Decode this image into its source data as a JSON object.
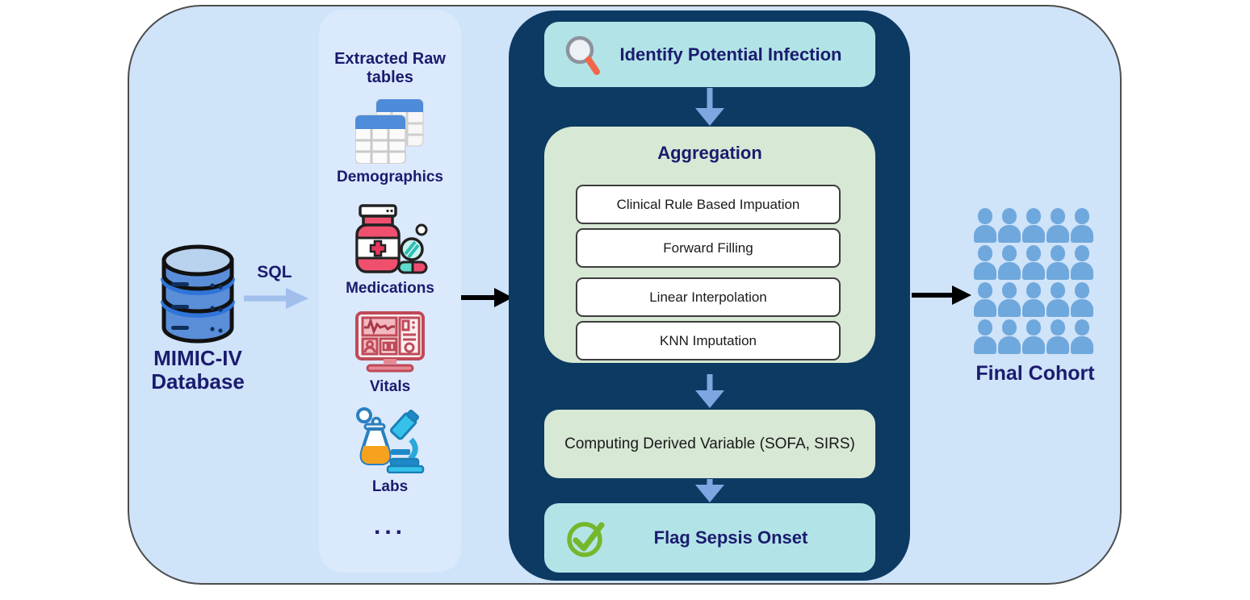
{
  "diagram": {
    "source": {
      "title_line1": "MIMIC-IV",
      "title_line2": "Database",
      "icon": "database-icon"
    },
    "sql_arrow": {
      "label": "SQL"
    },
    "raw_tables": {
      "title_line1": "Extracted Raw",
      "title_line2": "tables",
      "items": [
        {
          "label": "Demographics",
          "icon": "tables-icon"
        },
        {
          "label": "Medications",
          "icon": "medicine-bottle-icon"
        },
        {
          "label": "Vitals",
          "icon": "vitals-monitor-icon"
        },
        {
          "label": "Labs",
          "icon": "lab-flask-microscope-icon"
        }
      ],
      "ellipsis": "..."
    },
    "pipeline": {
      "identify": {
        "label": "Identify Potential Infection",
        "icon": "magnifier-icon"
      },
      "aggregation": {
        "title": "Aggregation",
        "methods": [
          "Clinical Rule Based Impuation",
          "Forward Filling",
          "Linear Interpolation",
          "KNN Imputation"
        ]
      },
      "derived": {
        "label": "Computing Derived Variable (SOFA, SIRS)"
      },
      "flag": {
        "label": "Flag Sepsis Onset",
        "icon": "check-circle-icon"
      }
    },
    "final_cohort": {
      "label": "Final Cohort",
      "rows": 4,
      "cols": 5
    }
  },
  "colors": {
    "canvas_bg": "#cfe3f9",
    "raw_panel_bg": "#dbe9fd",
    "navy_panel": "#0d3a63",
    "teal_box": "#b2e4e7",
    "green_box": "#d7e8d4",
    "navy_text": "#1b1b6e",
    "light_blue_arrow": "#7ea6e0",
    "sql_arrow": "#a2bfec",
    "black_arrow": "#000000",
    "people_blue": "#6fa8dc",
    "check_green": "#74b72c",
    "magnifier_handle": "#f2664a"
  }
}
